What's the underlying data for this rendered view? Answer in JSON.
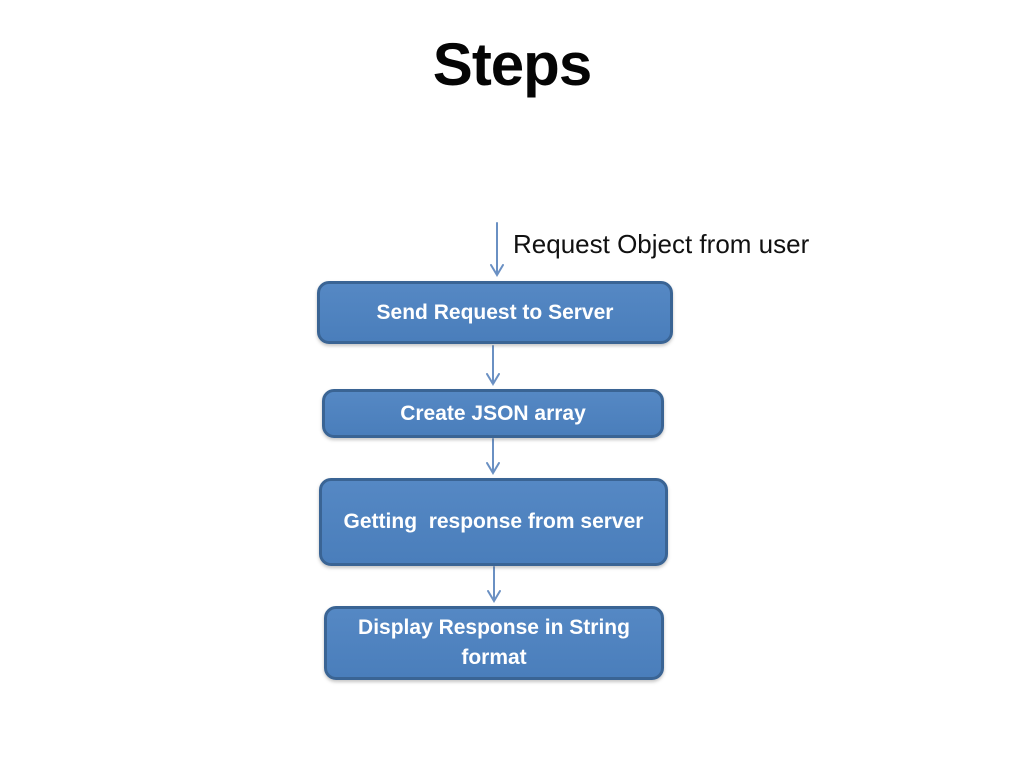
{
  "slide": {
    "title": "Steps",
    "annotation": "Request Object from user",
    "steps": [
      {
        "label": "Send Request to Server"
      },
      {
        "label": "Create JSON array"
      },
      {
        "label": "Getting  response from server"
      },
      {
        "label": "Display Response in String format"
      }
    ],
    "colors": {
      "background": "#ffffff",
      "box_fill": "#4a7ebb",
      "box_border": "#3a6494",
      "box_text": "#ffffff",
      "arrow": "#6a90c3",
      "title_text": "#050505",
      "annotation_text": "#111111"
    }
  }
}
